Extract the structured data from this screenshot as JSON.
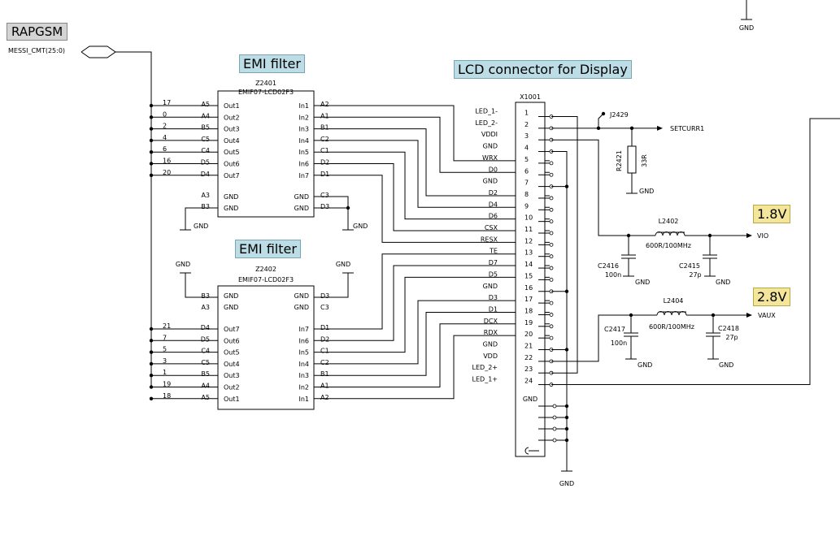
{
  "labels": {
    "rapgsm": "RAPGSM",
    "messi": "MESSI_CMT(25:0)",
    "emi1": "EMI filter",
    "emi2": "EMI filter",
    "lcd": "LCD connector for Display",
    "v18": "1.8V",
    "v28": "2.8V"
  },
  "z1": {
    "ref": "Z2401",
    "part": "EMIF07-LCD02F3"
  },
  "z2": {
    "ref": "Z2402",
    "part": "EMIF07-LCD02F3"
  },
  "x1001": "X1001",
  "z1_rows": [
    {
      "bus": "17",
      "lb": "A5",
      "lp": "Out1",
      "rp": "In1",
      "rb": "A2"
    },
    {
      "bus": "0",
      "lb": "A4",
      "lp": "Out2",
      "rp": "In2",
      "rb": "A1"
    },
    {
      "bus": "2",
      "lb": "B5",
      "lp": "Out3",
      "rp": "In3",
      "rb": "B1"
    },
    {
      "bus": "4",
      "lb": "C5",
      "lp": "Out4",
      "rp": "In4",
      "rb": "C2"
    },
    {
      "bus": "6",
      "lb": "C4",
      "lp": "Out5",
      "rp": "In5",
      "rb": "C1"
    },
    {
      "bus": "16",
      "lb": "D5",
      "lp": "Out6",
      "rp": "In6",
      "rb": "D2"
    },
    {
      "bus": "20",
      "lb": "D4",
      "lp": "Out7",
      "rp": "In7",
      "rb": "D1"
    }
  ],
  "z1_gnd": [
    {
      "lb": "A3",
      "lp": "GND",
      "rp": "GND",
      "rb": "C3"
    },
    {
      "lb": "B3",
      "lp": "GND",
      "rp": "GND",
      "rb": "D3"
    }
  ],
  "z2_gnd": [
    {
      "lb": "B3",
      "lp": "GND",
      "rp": "GND",
      "rb": "D3"
    },
    {
      "lb": "A3",
      "lp": "GND",
      "rp": "GND",
      "rb": "C3"
    }
  ],
  "z2_rows": [
    {
      "bus": "21",
      "lb": "D4",
      "lp": "Out7",
      "rp": "In7",
      "rb": "D1"
    },
    {
      "bus": "7",
      "lb": "D5",
      "lp": "Out6",
      "rp": "In6",
      "rb": "D2"
    },
    {
      "bus": "5",
      "lb": "C4",
      "lp": "Out5",
      "rp": "In5",
      "rb": "C1"
    },
    {
      "bus": "3",
      "lb": "C5",
      "lp": "Out4",
      "rp": "In4",
      "rb": "C2"
    },
    {
      "bus": "1",
      "lb": "B5",
      "lp": "Out3",
      "rp": "In3",
      "rb": "B1"
    },
    {
      "bus": "19",
      "lb": "A4",
      "lp": "Out2",
      "rp": "In2",
      "rb": "A1"
    },
    {
      "bus": "18",
      "lb": "A5",
      "lp": "Out1",
      "rp": "In1",
      "rb": "A2"
    }
  ],
  "conn": [
    {
      "n": "1",
      "s": "LED_1-"
    },
    {
      "n": "2",
      "s": "LED_2-"
    },
    {
      "n": "3",
      "s": "VDDI"
    },
    {
      "n": "4",
      "s": "GND"
    },
    {
      "n": "5",
      "s": "WRX"
    },
    {
      "n": "6",
      "s": "D0"
    },
    {
      "n": "7",
      "s": "GND"
    },
    {
      "n": "8",
      "s": "D2"
    },
    {
      "n": "9",
      "s": "D4"
    },
    {
      "n": "10",
      "s": "D6"
    },
    {
      "n": "11",
      "s": "CSX"
    },
    {
      "n": "12",
      "s": "RESX"
    },
    {
      "n": "13",
      "s": "TE"
    },
    {
      "n": "14",
      "s": "D7"
    },
    {
      "n": "15",
      "s": "D5"
    },
    {
      "n": "16",
      "s": "GND"
    },
    {
      "n": "17",
      "s": "D3"
    },
    {
      "n": "18",
      "s": "D1"
    },
    {
      "n": "19",
      "s": "DCX"
    },
    {
      "n": "20",
      "s": "RDX"
    },
    {
      "n": "21",
      "s": "GND"
    },
    {
      "n": "22",
      "s": "VDD"
    },
    {
      "n": "23",
      "s": "LED_2+"
    },
    {
      "n": "24",
      "s": "LED_1+"
    }
  ],
  "conn_gnd": "GND",
  "gnd": "GND",
  "j2429": "J2429",
  "setcurr": "SETCURR1",
  "r2421": "R2421",
  "r2421_val": "33R",
  "l2402": "L2402",
  "l2402_val": "600R/100MHz",
  "l2404": "L2404",
  "l2404_val": "600R/100MHz",
  "vio": "VIO",
  "vaux": "VAUX",
  "c2416": "C2416",
  "c2416_val": "100n",
  "c2415": "C2415",
  "c2415_val": "27p",
  "c2417": "C2417",
  "c2417_val": "100n",
  "c2418": "C2418",
  "c2418_val": "27p"
}
